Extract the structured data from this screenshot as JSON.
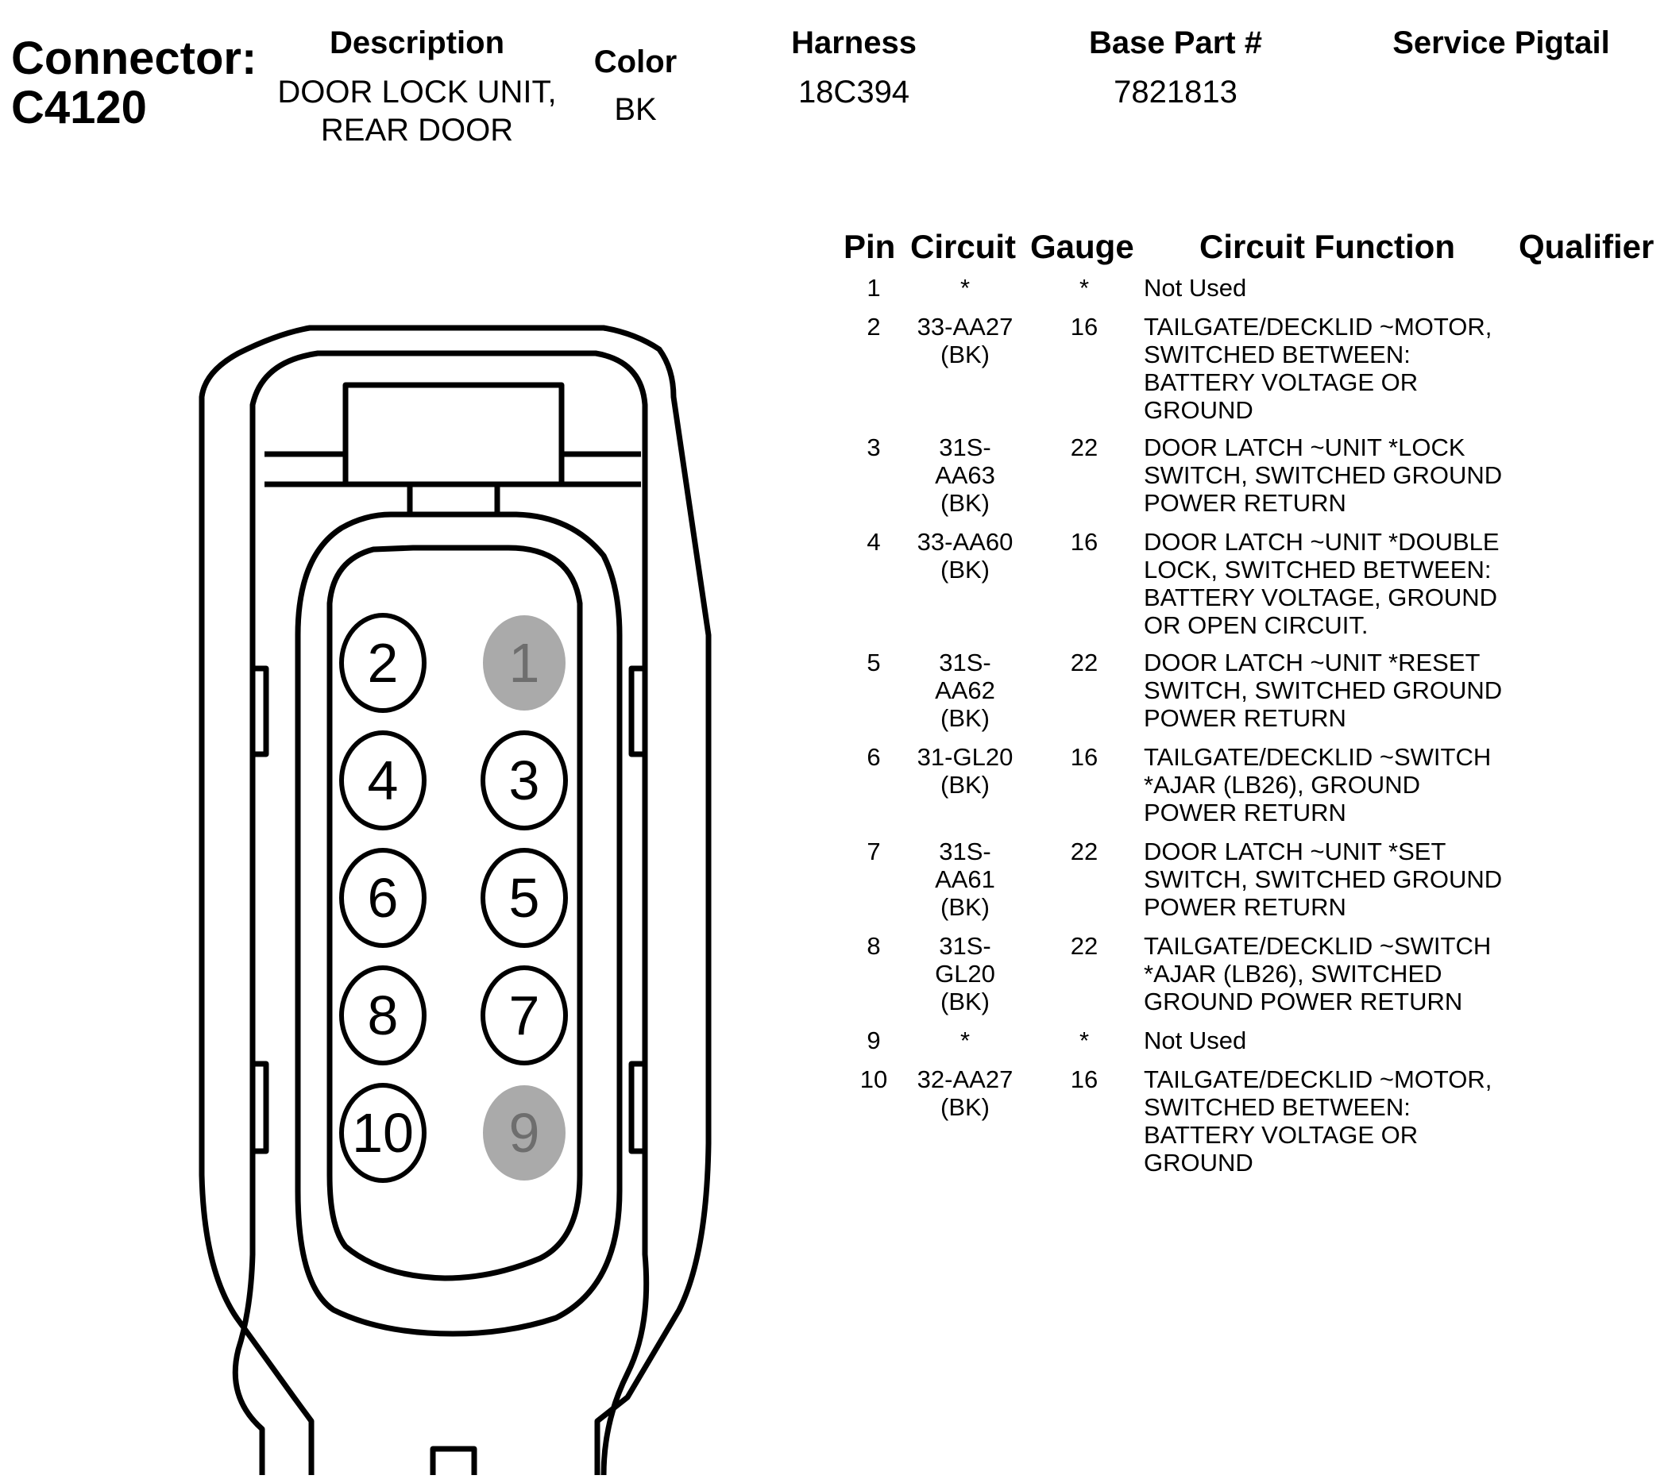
{
  "connector": {
    "label": "Connector:",
    "id": "C4120"
  },
  "header": {
    "description_label": "Description",
    "description_lines": [
      "DOOR LOCK UNIT,",
      "REAR DOOR"
    ],
    "color_label": "Color",
    "color_value": "BK",
    "harness_label": "Harness",
    "harness_value": "18C394",
    "base_part_label": "Base Part #",
    "base_part_value": "7821813",
    "service_pigtail_label": "Service Pigtail"
  },
  "table": {
    "headers": {
      "pin": "Pin",
      "circuit": "Circuit",
      "gauge": "Gauge",
      "function": "Circuit Function",
      "qualifier": "Qualifier"
    },
    "rows": [
      {
        "pin": "1",
        "circuit": "*",
        "gauge": "*",
        "function": "Not Used"
      },
      {
        "pin": "2",
        "circuit": "33-AA27\n(BK)",
        "gauge": "16",
        "function": "TAILGATE/DECKLID ~MOTOR,\nSWITCHED BETWEEN:\nBATTERY VOLTAGE OR\nGROUND"
      },
      {
        "pin": "3",
        "circuit": "31S-\nAA63\n(BK)",
        "gauge": "22",
        "function": "DOOR LATCH ~UNIT *LOCK\nSWITCH, SWITCHED GROUND\nPOWER RETURN"
      },
      {
        "pin": "4",
        "circuit": "33-AA60\n(BK)",
        "gauge": "16",
        "function": "DOOR LATCH ~UNIT *DOUBLE\nLOCK, SWITCHED BETWEEN:\nBATTERY VOLTAGE, GROUND\nOR OPEN CIRCUIT."
      },
      {
        "pin": "5",
        "circuit": "31S-\nAA62\n(BK)",
        "gauge": "22",
        "function": "DOOR LATCH ~UNIT *RESET\nSWITCH, SWITCHED GROUND\nPOWER RETURN"
      },
      {
        "pin": "6",
        "circuit": "31-GL20\n(BK)",
        "gauge": "16",
        "function": "TAILGATE/DECKLID ~SWITCH\n*AJAR (LB26), GROUND\nPOWER RETURN"
      },
      {
        "pin": "7",
        "circuit": "31S-\nAA61\n(BK)",
        "gauge": "22",
        "function": "DOOR LATCH ~UNIT *SET\nSWITCH, SWITCHED GROUND\nPOWER RETURN"
      },
      {
        "pin": "8",
        "circuit": "31S-\nGL20\n(BK)",
        "gauge": "22",
        "function": "TAILGATE/DECKLID ~SWITCH\n*AJAR (LB26), SWITCHED\nGROUND POWER RETURN"
      },
      {
        "pin": "9",
        "circuit": "*",
        "gauge": "*",
        "function": "Not Used"
      },
      {
        "pin": "10",
        "circuit": "32-AA27\n(BK)",
        "gauge": "16",
        "function": "TAILGATE/DECKLID ~MOTOR,\nSWITCHED BETWEEN:\nBATTERY VOLTAGE OR\nGROUND"
      }
    ]
  },
  "diagram": {
    "pins": [
      {
        "label": "2",
        "used": true
      },
      {
        "label": "1",
        "used": false
      },
      {
        "label": "4",
        "used": true
      },
      {
        "label": "3",
        "used": true
      },
      {
        "label": "6",
        "used": true
      },
      {
        "label": "5",
        "used": true
      },
      {
        "label": "8",
        "used": true
      },
      {
        "label": "7",
        "used": true
      },
      {
        "label": "10",
        "used": true
      },
      {
        "label": "9",
        "used": false
      }
    ],
    "colors": {
      "used_fill": "#ffffff",
      "unused_fill": "#aaaaaa",
      "unused_text": "#6e6e6e",
      "line": "#000000"
    }
  }
}
